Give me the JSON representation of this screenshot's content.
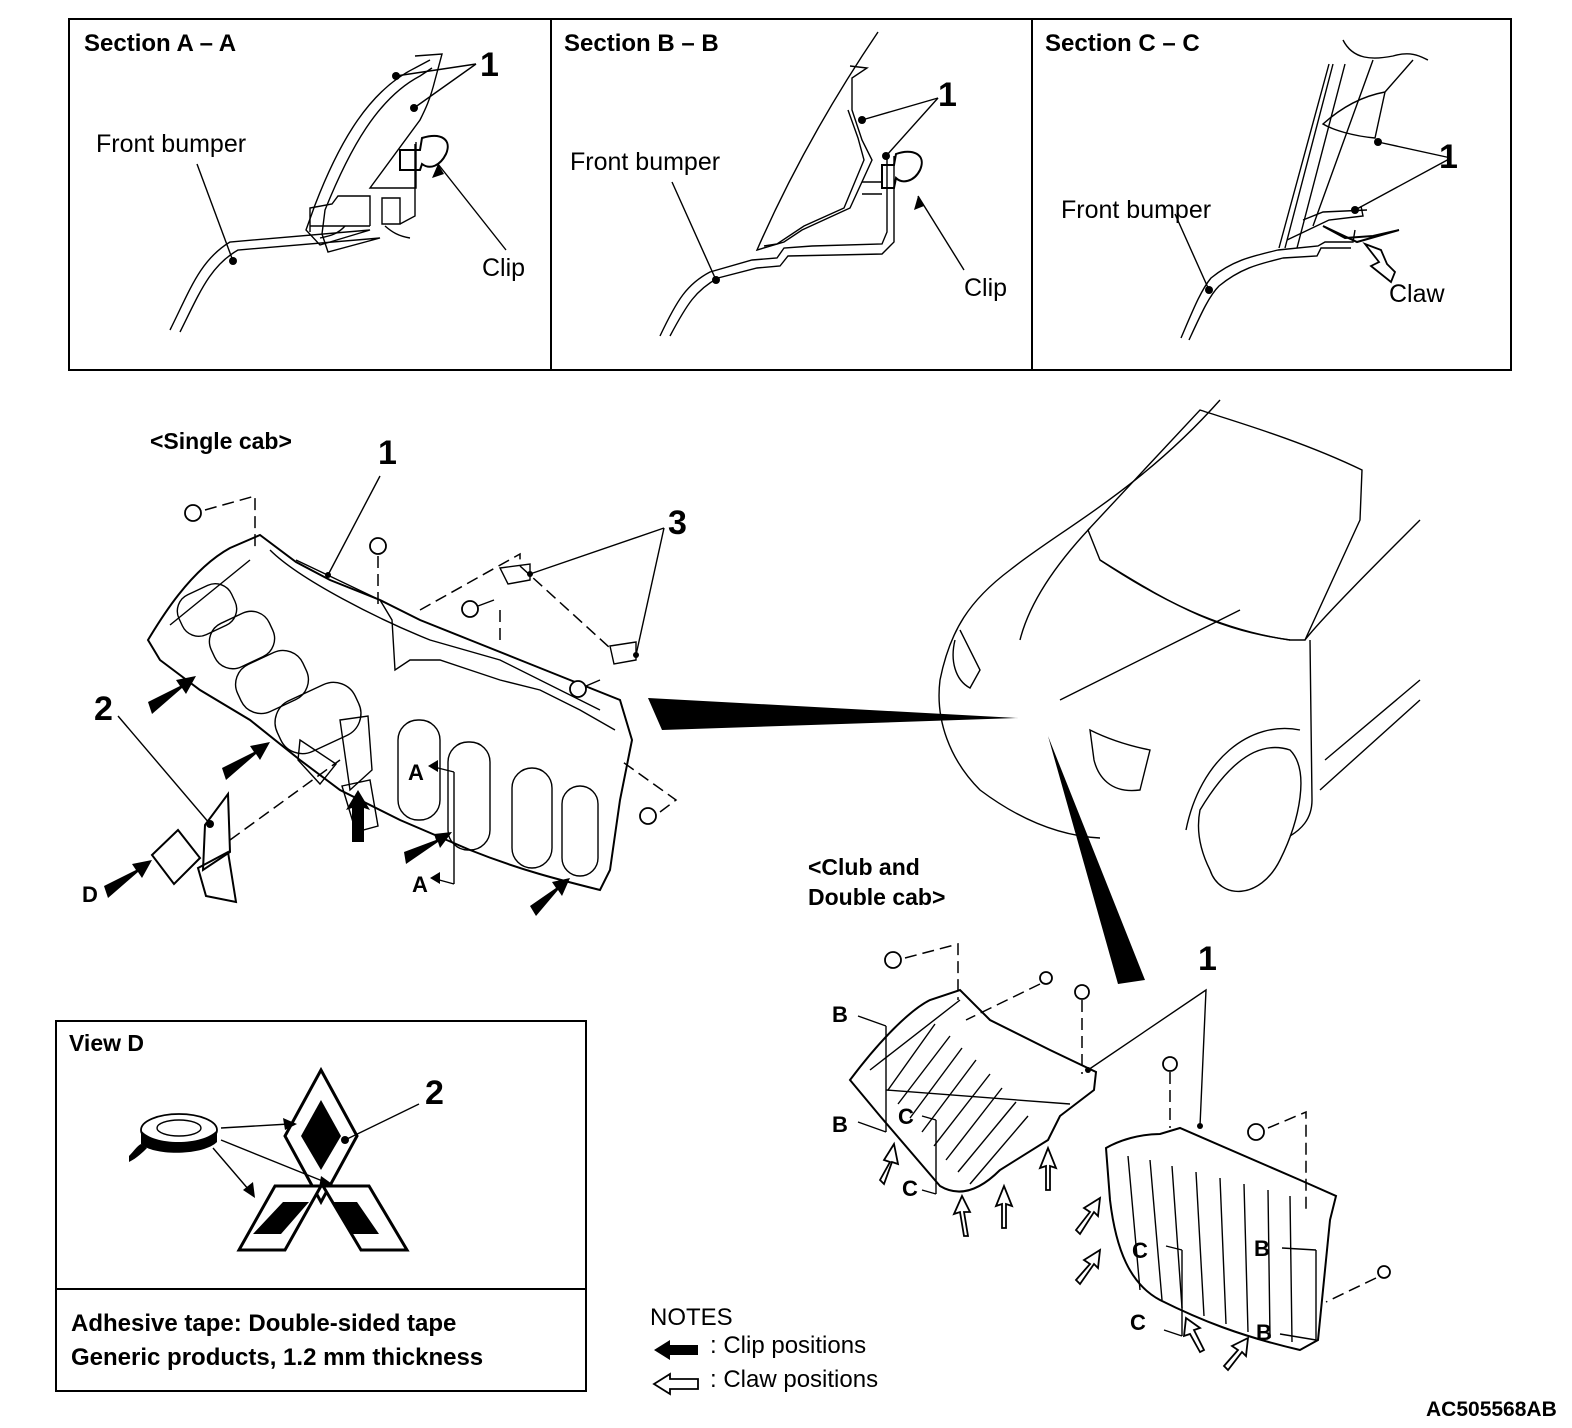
{
  "sections": [
    {
      "title": "Section A – A",
      "part_callout": "1",
      "bumper_label": "Front bumper",
      "fastener_label": "Clip"
    },
    {
      "title": "Section B – B",
      "part_callout": "1",
      "bumper_label": "Front bumper",
      "fastener_label": "Clip"
    },
    {
      "title": "Section C – C",
      "part_callout": "1",
      "bumper_label": "Front bumper",
      "fastener_label": "Claw"
    }
  ],
  "single_cab": {
    "heading": "<Single cab>",
    "callouts": {
      "grille": "1",
      "emblem": "2",
      "brackets": "3"
    },
    "view_marker": "D",
    "cut_marks": [
      "A",
      "A"
    ]
  },
  "club_double_cab": {
    "heading_line1": "<Club and",
    "heading_line2": "Double cab>",
    "callout": "1",
    "cut_marks_left": [
      "B",
      "B",
      "C",
      "C"
    ],
    "cut_marks_right": [
      "C",
      "C",
      "B",
      "B"
    ]
  },
  "view_d": {
    "title": "View D",
    "callout": "2",
    "note_line1": "Adhesive tape: Double-sided tape",
    "note_line2": "Generic products, 1.2 mm thickness"
  },
  "notes": {
    "heading": "NOTES",
    "items": [
      {
        "icon": "solid-arrow-icon",
        "text": ": Clip positions"
      },
      {
        "icon": "hollow-arrow-icon",
        "text": ": Claw positions"
      }
    ]
  },
  "figure_id": "AC505568AB"
}
